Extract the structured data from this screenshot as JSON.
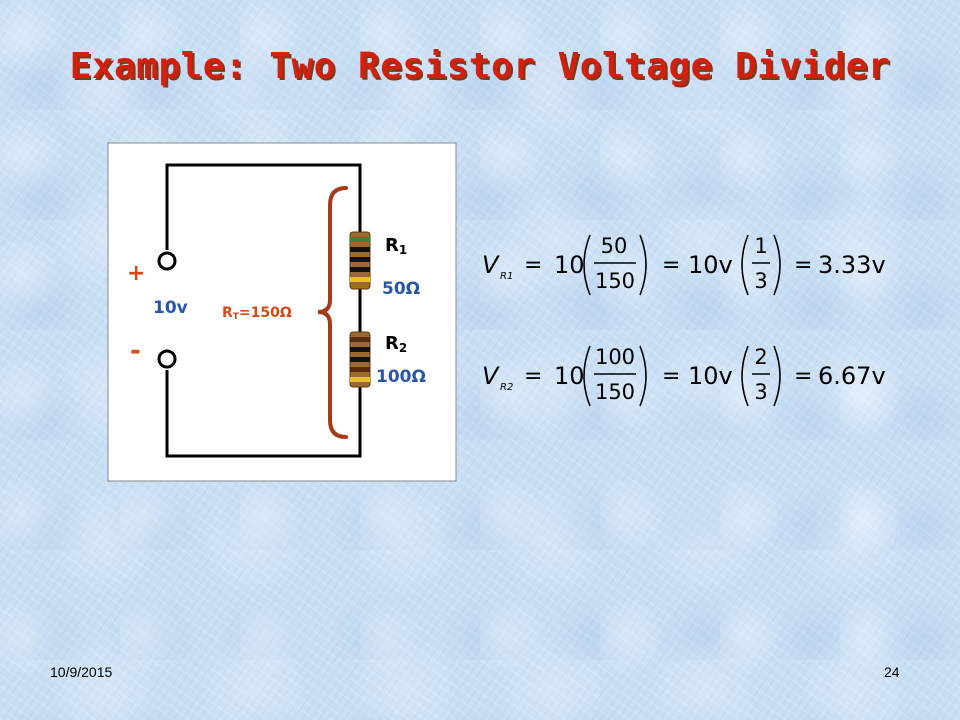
{
  "slide": {
    "title": "Example: Two Resistor Voltage Divider",
    "date": "10/9/2015",
    "page_number": "24"
  },
  "circuit": {
    "plus_sign": "+",
    "minus_sign": "-",
    "source_label": "10v",
    "total_resistance_prefix": "R",
    "total_resistance_sub": "T",
    "total_resistance_value": "=150Ω",
    "r1_label": "R",
    "r1_sub": "1",
    "r1_value": "50Ω",
    "r2_label": "R",
    "r2_sub": "2",
    "r2_value": "100Ω",
    "colors": {
      "wire": "#000000",
      "brace": "#a83a1c",
      "label_blue": "#2857a8",
      "label_orange": "#d8491a"
    }
  },
  "equations": [
    {
      "var": "V",
      "sub": "R1",
      "eq": "=",
      "coef": "10",
      "num": "50",
      "den": "150",
      "eq2": "=",
      "coef2": "10v",
      "num2": "1",
      "den2": "3",
      "eq3": "=",
      "result": "3.33v"
    },
    {
      "var": "V",
      "sub": "R2",
      "eq": "=",
      "coef": "10",
      "num": "100",
      "den": "150",
      "eq2": "=",
      "coef2": "10v",
      "num2": "2",
      "den2": "3",
      "eq3": "=",
      "result": "6.67v"
    }
  ]
}
